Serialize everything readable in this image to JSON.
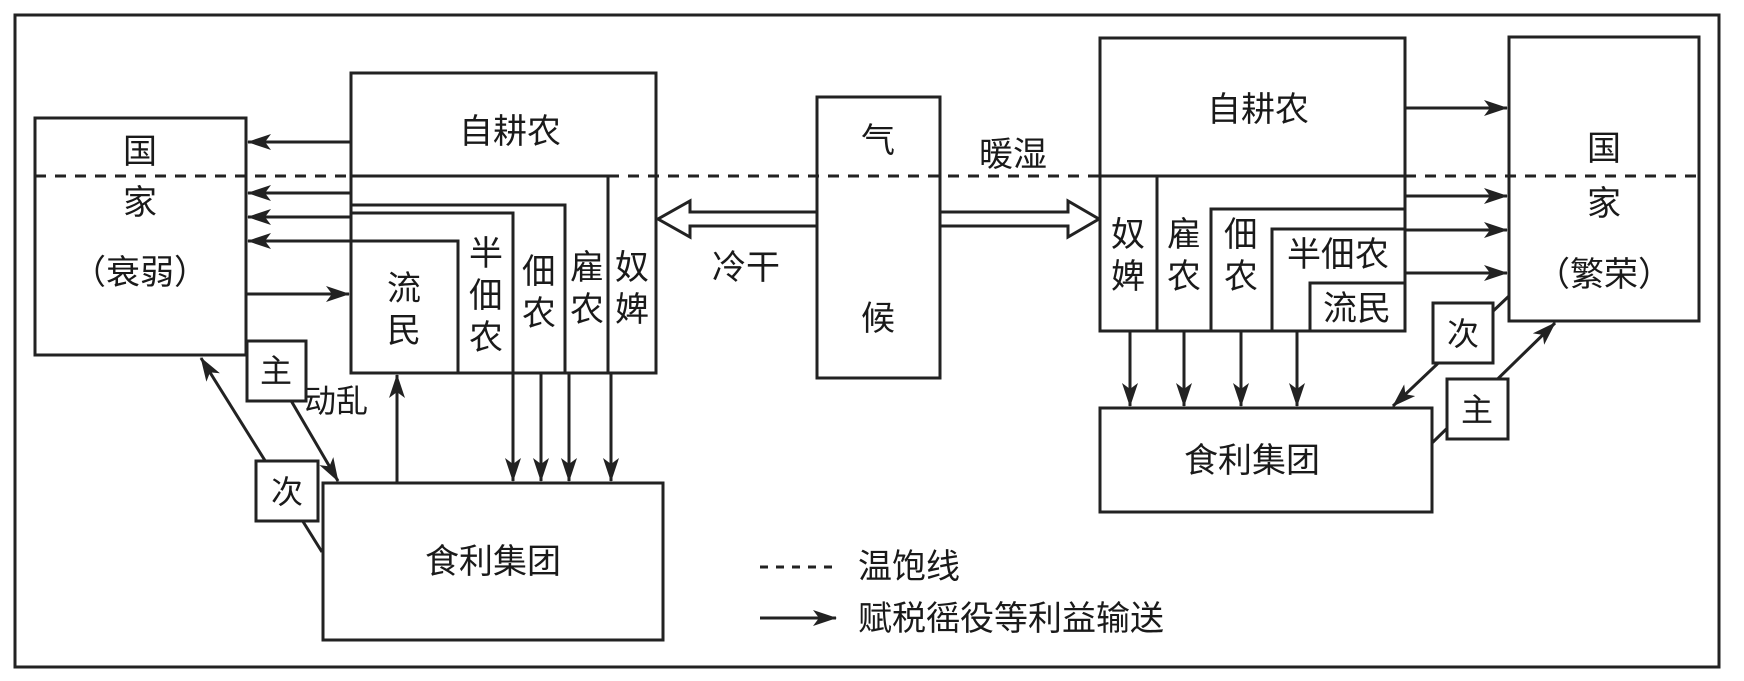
{
  "legend": {
    "dashed_label": "温饱线",
    "arrow_label": "赋税徭役等利益输送"
  },
  "climate": {
    "top_char": "气",
    "bottom_char": "候",
    "left_label": "冷干",
    "right_label": "暖湿"
  },
  "left": {
    "state": {
      "line1": "国",
      "line2": "家",
      "line3": "（衰弱）"
    },
    "self_farmer": "自耕农",
    "columns": {
      "refugee": [
        "流",
        "民"
      ],
      "half_tenant": [
        "半",
        "佃",
        "农"
      ],
      "tenant": [
        "佃",
        "农"
      ],
      "hired": [
        "雇",
        "农"
      ],
      "slave": [
        "奴",
        "婢"
      ]
    },
    "rentier": "食利集团",
    "major_label": "主",
    "minor_label": "次",
    "unrest_label": "动乱"
  },
  "right": {
    "state": {
      "line1": "国",
      "line2": "家",
      "line3": "（繁荣）"
    },
    "self_farmer": "自耕农",
    "columns": {
      "slave": [
        "奴",
        "婢"
      ],
      "hired": [
        "雇",
        "农"
      ],
      "tenant": [
        "佃",
        "农"
      ],
      "half_tenant": "半佃农",
      "refugee": "流民"
    },
    "rentier": "食利集团",
    "major_label": "主",
    "minor_label": "次"
  }
}
